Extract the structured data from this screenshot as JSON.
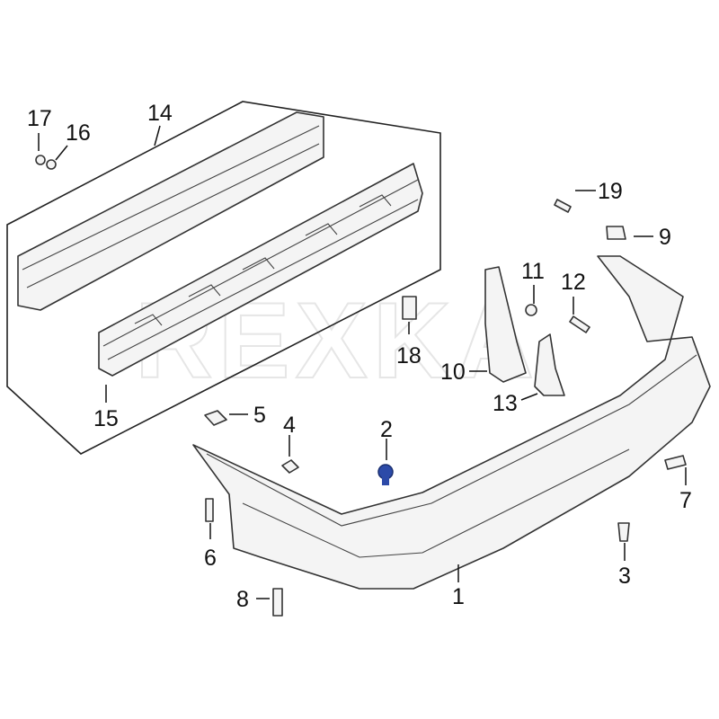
{
  "diagram": {
    "watermark": "REXKA",
    "highlight_color": "#2c4aa8",
    "callouts": [
      {
        "id": "1",
        "label": "1"
      },
      {
        "id": "2",
        "label": "2"
      },
      {
        "id": "3",
        "label": "3"
      },
      {
        "id": "4",
        "label": "4"
      },
      {
        "id": "5",
        "label": "5"
      },
      {
        "id": "6",
        "label": "6"
      },
      {
        "id": "7",
        "label": "7"
      },
      {
        "id": "8",
        "label": "8"
      },
      {
        "id": "9",
        "label": "9"
      },
      {
        "id": "10",
        "label": "10"
      },
      {
        "id": "11",
        "label": "11"
      },
      {
        "id": "12",
        "label": "12"
      },
      {
        "id": "13",
        "label": "13"
      },
      {
        "id": "14",
        "label": "14"
      },
      {
        "id": "15",
        "label": "15"
      },
      {
        "id": "16",
        "label": "16"
      },
      {
        "id": "17",
        "label": "17"
      },
      {
        "id": "18",
        "label": "18"
      },
      {
        "id": "19",
        "label": "19"
      }
    ]
  }
}
